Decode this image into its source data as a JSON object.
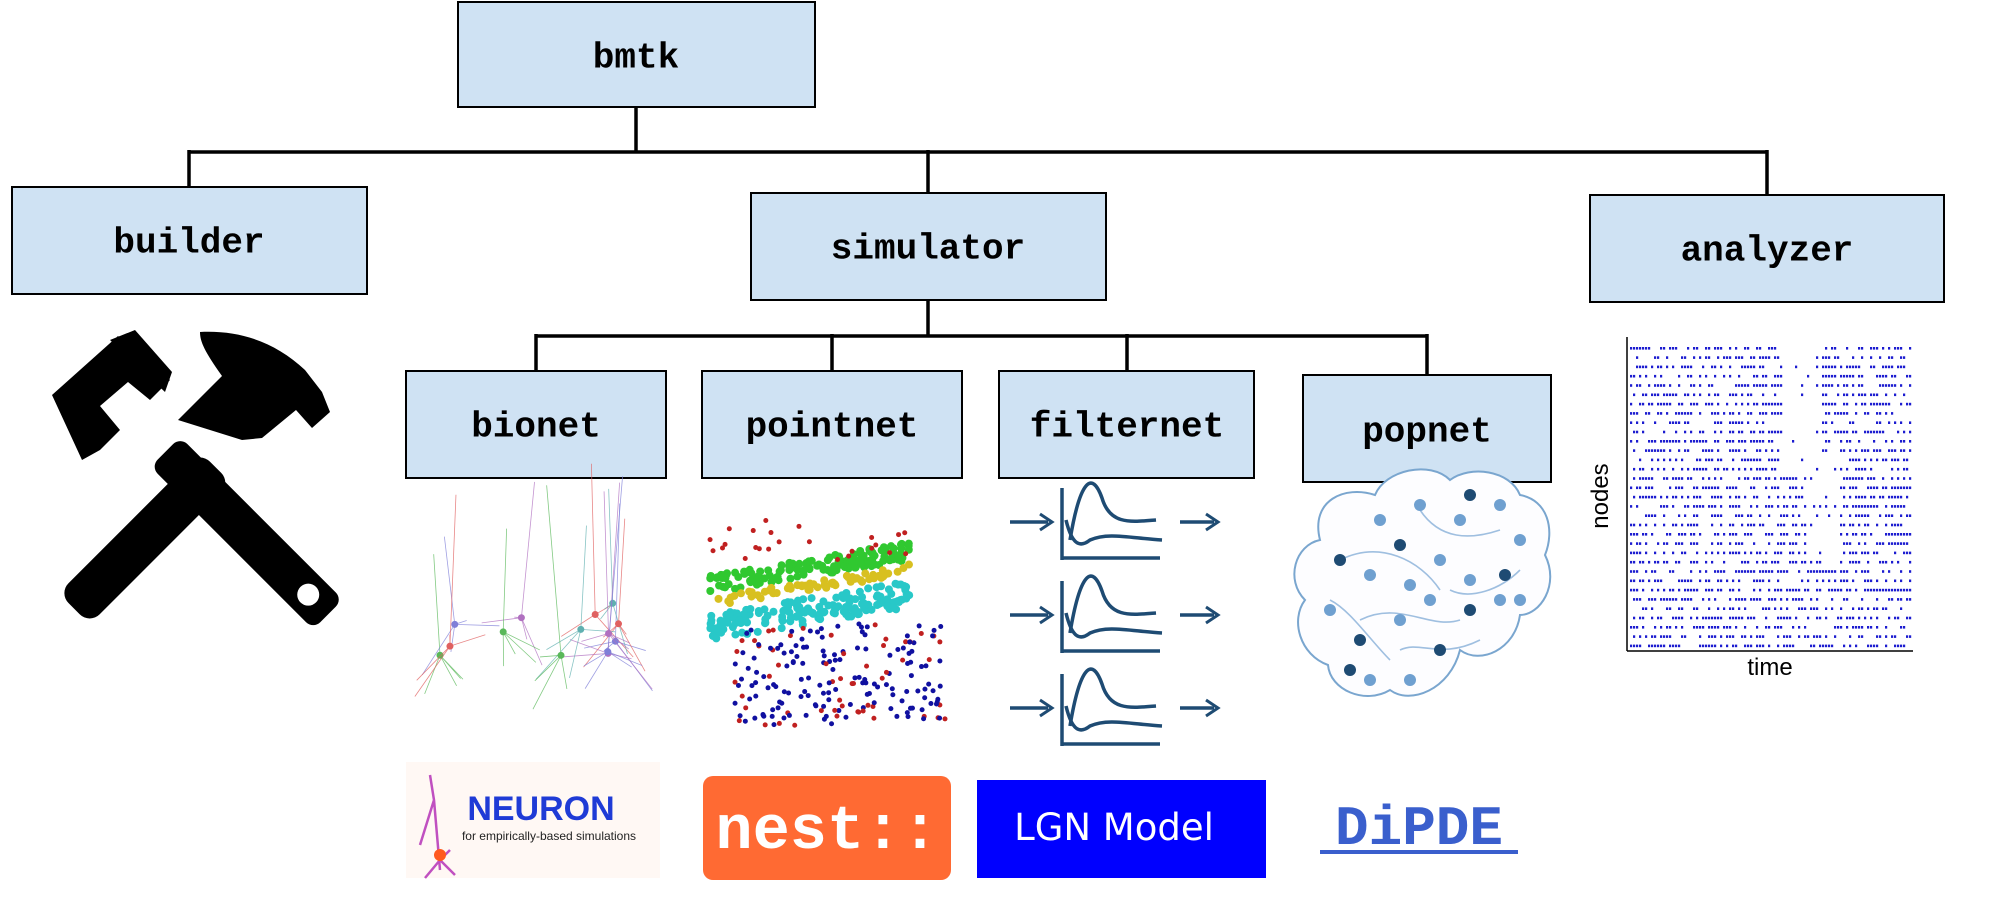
{
  "nodes": {
    "root": "bmtk",
    "builder": "builder",
    "simulator": "simulator",
    "analyzer": "analyzer",
    "bionet": "bionet",
    "pointnet": "pointnet",
    "filternet": "filternet",
    "popnet": "popnet"
  },
  "raster": {
    "ylabel": "nodes",
    "xlabel": "time"
  },
  "logos": {
    "neuron_title": "NEURON",
    "neuron_subtitle": "for empirically-based simulations",
    "nest": "nest::",
    "lgn": "LGN Model",
    "dipde": "DiPDE"
  },
  "colors": {
    "box_fill": "#cfe2f3",
    "nest_bg": "#ff6a33",
    "lgn_bg": "#0000ff",
    "dipde": "#3a5fcd",
    "neuron_blue": "#1f3bd6",
    "raster_blue": "#1c1cd0",
    "popnet_dark": "#1e4b73",
    "popnet_light": "#6fa0d0"
  },
  "icons": [
    "tools-icon"
  ]
}
